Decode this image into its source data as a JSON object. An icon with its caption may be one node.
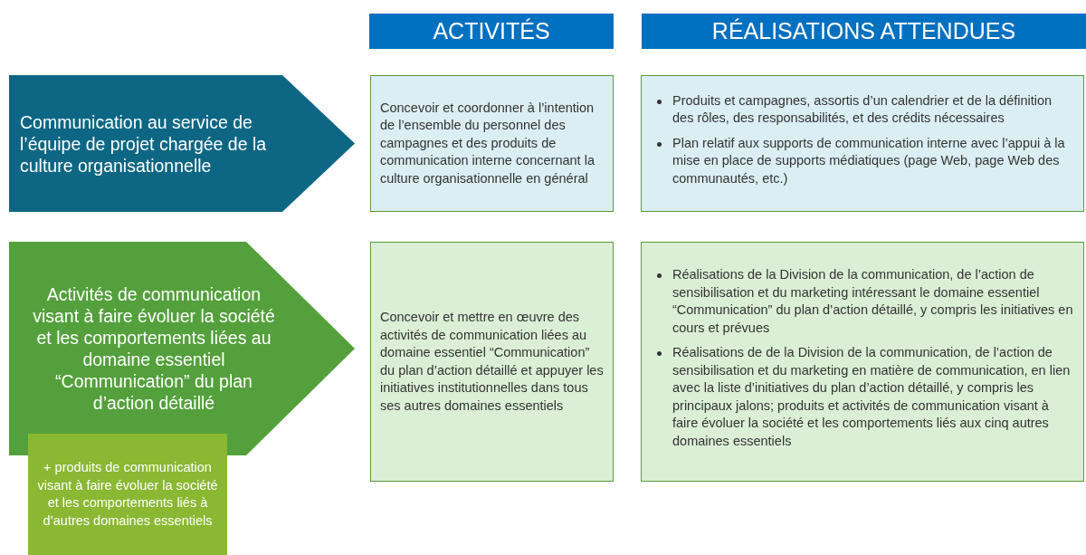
{
  "diagram": {
    "nodes": [
      {
        "text": [
          "ACTIVITÉS"
        ]
      },
      {
        "text": [
          "RÉALISATIONS ATTENDUES"
        ]
      },
      {
        "text": [
          "Communication au service de l’équipe de projet chargée de la culture organisationnelle"
        ]
      },
      {
        "text": [
          "Concevoir et coordonner à l’intention de l’ensemble du personnel des campagnes et des produits de communication interne concernant la culture organisationnelle en général"
        ]
      },
      {
        "text": [
          "Produits et campagnes, assortis d’un calendrier et de la définition des rôles, des responsabilités, et des crédits nécessaires",
          "Plan relatif aux supports de communication interne avec l’appui à la mise en place de supports médiatiques (page Web, page Web des communautés, etc.)"
        ]
      },
      {
        "text": [
          "Activités de communication visant à faire évoluer la société et les comportements liées au domaine essentiel “Communication” du plan d’action détaillé"
        ]
      },
      {
        "text": [
          "+ produits de communication visant à faire évoluer la société et les comportements liés à d’autres domaines essentiels"
        ]
      },
      {
        "text": [
          "Concevoir et mettre en œuvre des activités de communication liées au domaine essentiel “Communication” du plan d’action détaillé et appuyer les initiatives institutionnelles dans tous ses autres domaines essentiels"
        ]
      },
      {
        "text": [
          "Réalisations de la Division de la communication, de l’action de sensibilisation et du marketing intéressant le domaine essentiel “Communication” du plan d’action détaillé, y compris les initiatives en cours et prévues",
          "Réalisations de de la Division de la communication, de l’action de sensibilisation et du marketing en matière de communication, en lien avec la liste d’initiatives du plan d’action détaillé, y compris les principaux jalons; produits et activités de communication visant à faire évoluer la société et les comportements liés aux cinq autres domaines essentiels"
        ]
      }
    ]
  }
}
